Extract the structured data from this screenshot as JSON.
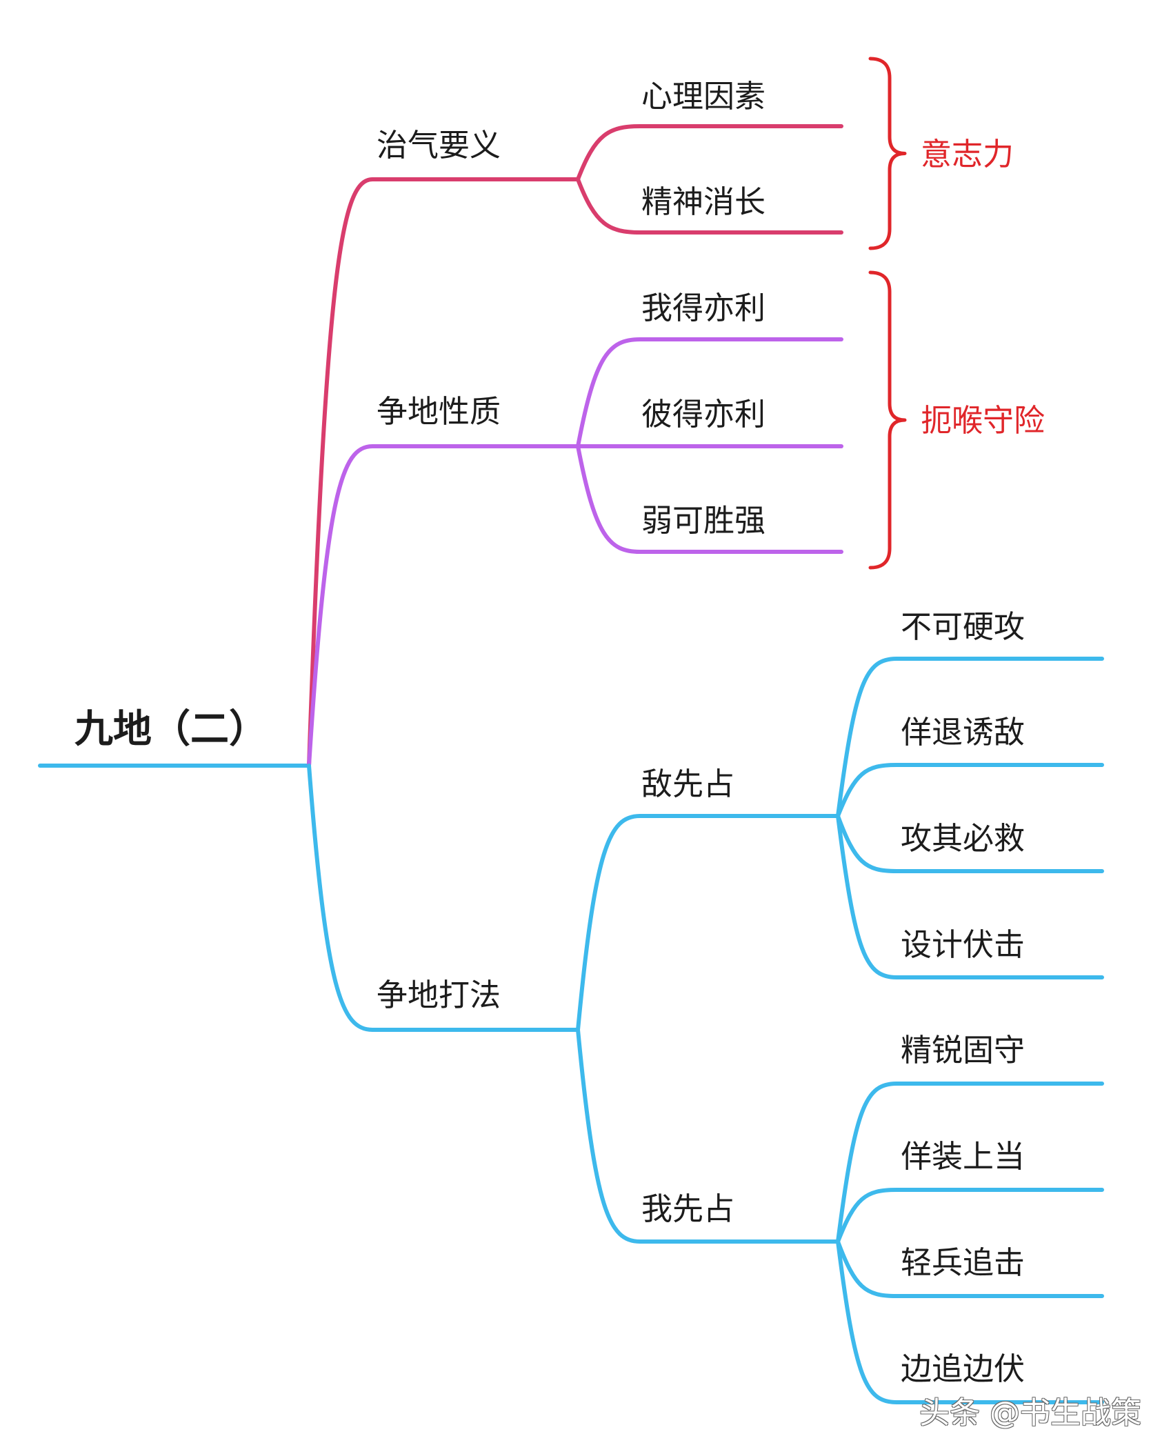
{
  "colors": {
    "root": "#3db9ec",
    "branch1": "#d93d6d",
    "branch2": "#bd63ea",
    "branch3": "#3db9ec",
    "note": "#e0262a",
    "text": "#1c1c1c"
  },
  "root": {
    "label": "九地（二）"
  },
  "branches": [
    {
      "label": "治气要义",
      "children": [
        {
          "label": "心理因素"
        },
        {
          "label": "精神消长"
        }
      ],
      "note": "意志力"
    },
    {
      "label": "争地性质",
      "children": [
        {
          "label": "我得亦利"
        },
        {
          "label": "彼得亦利"
        },
        {
          "label": "弱可胜强"
        }
      ],
      "note": "扼喉守险"
    },
    {
      "label": "争地打法",
      "children": [
        {
          "label": "敌先占",
          "children": [
            {
              "label": "不可硬攻"
            },
            {
              "label": "佯退诱敌"
            },
            {
              "label": "攻其必救"
            },
            {
              "label": "设计伏击"
            }
          ]
        },
        {
          "label": "我先占",
          "children": [
            {
              "label": "精锐固守"
            },
            {
              "label": "佯装上当"
            },
            {
              "label": "轻兵追击"
            },
            {
              "label": "边追边伏"
            }
          ]
        }
      ]
    }
  ],
  "watermark": "头条 @书生战策"
}
